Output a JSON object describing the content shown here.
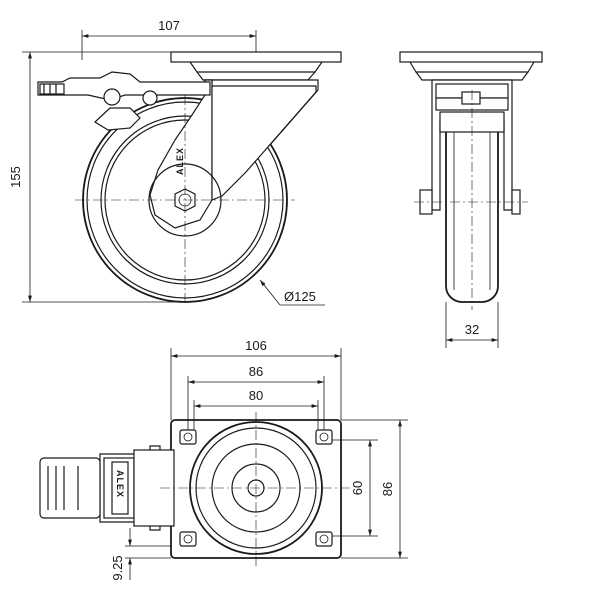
{
  "dimensions": {
    "side_width": "107",
    "side_height": "155",
    "wheel_diameter": "Ø125",
    "wheel_width": "32",
    "plate_width": "106",
    "plate_inner_width": "86",
    "bolt_spacing_x": "80",
    "bolt_spacing_y": "60",
    "plate_inner_height": "86",
    "edge_offset": "9.25"
  },
  "branding": {
    "side_logo": "ALEX",
    "top_logo": "ALEX"
  }
}
